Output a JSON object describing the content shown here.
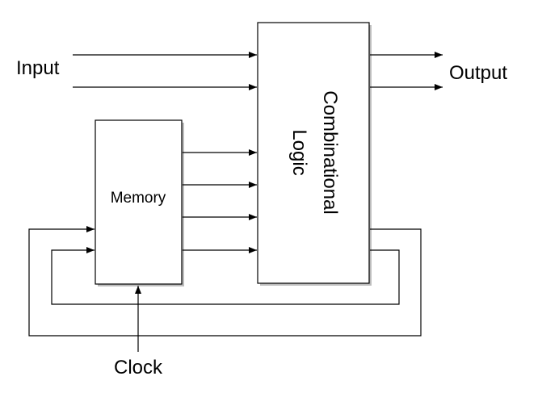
{
  "labels": {
    "input": "Input",
    "output": "Output",
    "memory": "Memory",
    "combinational_line1": "Combinational",
    "combinational_line2": "Logic",
    "clock": "Clock"
  },
  "colors": {
    "stroke": "#000000",
    "fill": "#ffffff",
    "shadow": "#bdbdbd"
  }
}
